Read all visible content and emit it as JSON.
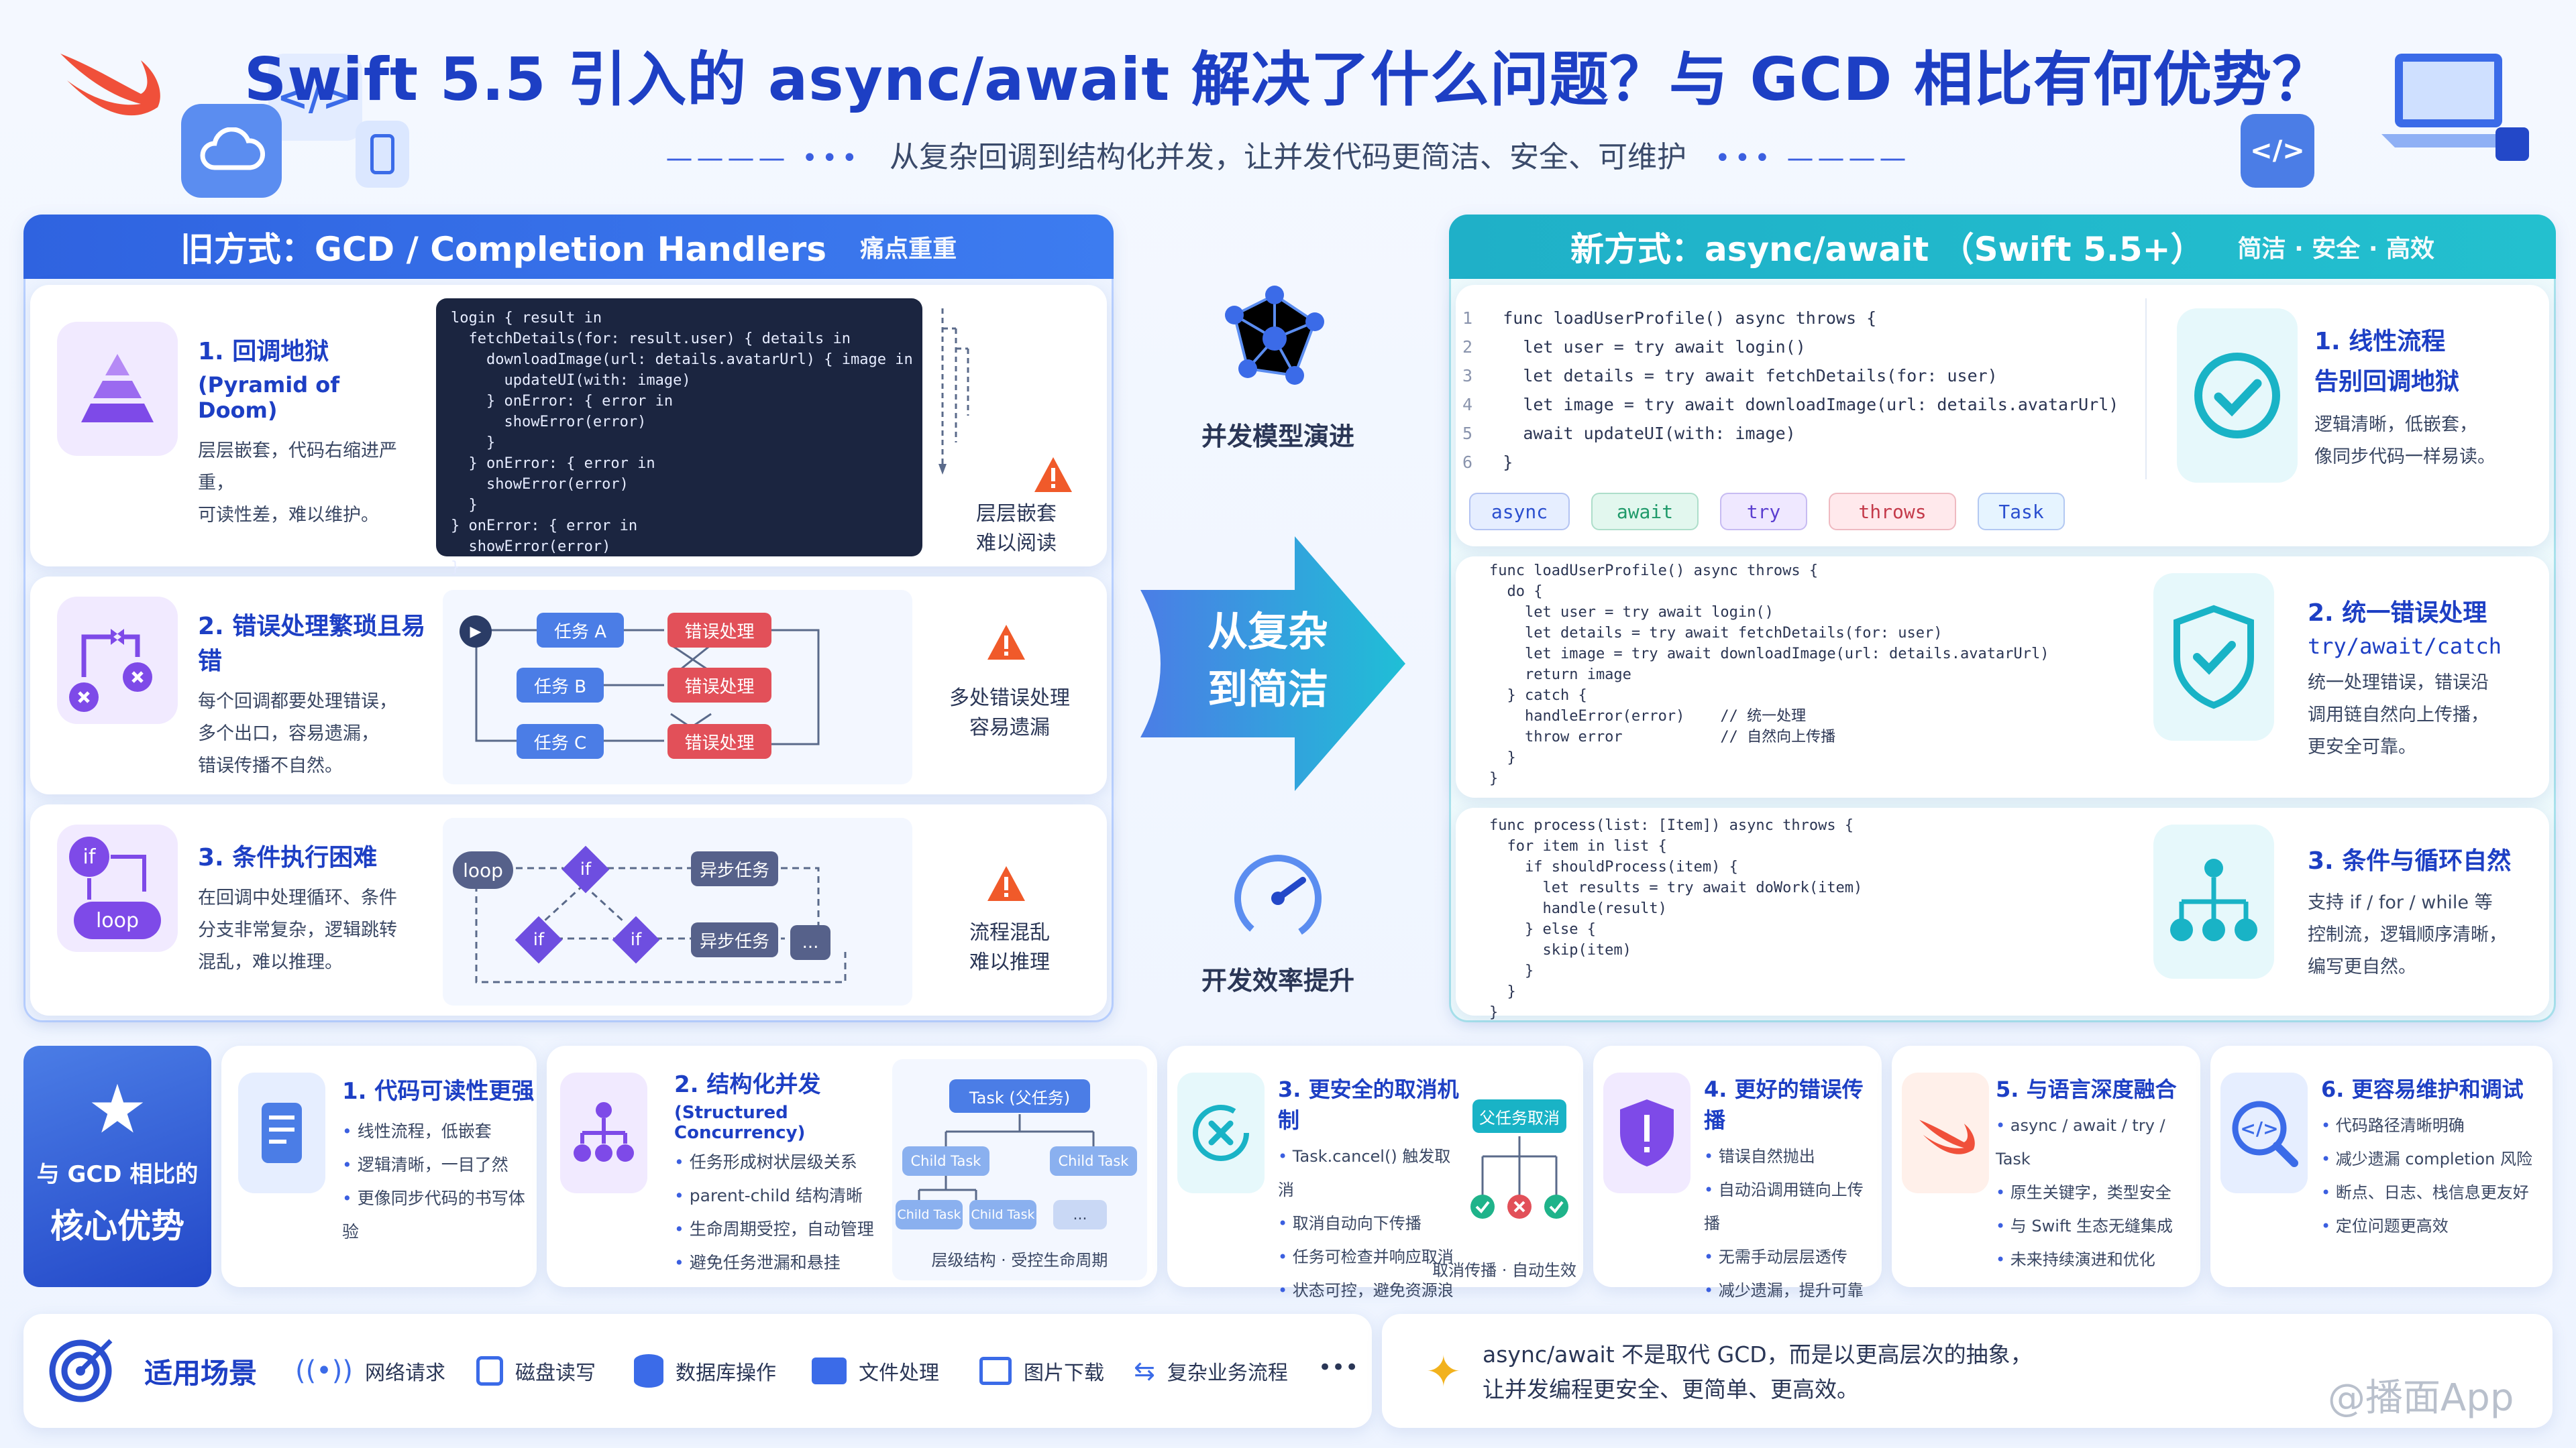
{
  "header": {
    "title": "Swift 5.5 引入的 async/await 解决了什么问题？与 GCD 相比有何优势？",
    "subtitle": "从复杂回调到结构化并发，让并发代码更简洁、安全、可维护",
    "dots": "•••"
  },
  "old": {
    "head": "旧方式：GCD / Completion Handlers",
    "tag": "痛点重重",
    "items": [
      {
        "title": "1. 回调地狱",
        "subtitle": "(Pyramid of Doom)",
        "desc1": "层层嵌套，代码右缩进严重，",
        "desc2": "可读性差，难以维护。",
        "warn1": "层层嵌套",
        "warn2": "难以阅读"
      },
      {
        "title": "2. 错误处理繁琐且易错",
        "desc1": "每个回调都要处理错误，",
        "desc2": "多个出口，容易遗漏，",
        "desc3": "错误传播不自然。",
        "warn1": "多处错误处理",
        "warn2": "容易遗漏"
      },
      {
        "title": "3. 条件执行困难",
        "desc1": "在回调中处理循环、条件",
        "desc2": "分支非常复杂，逻辑跳转",
        "desc3": "混乱，难以推理。",
        "warn1": "流程混乱",
        "warn2": "难以推理"
      }
    ],
    "code1": [
      "login { result in",
      "  fetchDetails(for: result.user) { details in",
      "    downloadImage(url: details.avatarUrl) { image in",
      "      updateUI(with: image)",
      "    } onError: { error in",
      "      showError(error)",
      "    }",
      "  } onError: { error in",
      "    showError(error)",
      "  }",
      "} onError: { error in",
      "  showError(error)"
    ],
    "code1_close": "}",
    "flow2": {
      "start": "▶",
      "taskA": "任务 A",
      "taskB": "任务 B",
      "taskC": "任务 C",
      "err": "错误处理"
    },
    "flow3": {
      "loop": "loop",
      "if": "if",
      "async": "异步任务",
      "more": "..."
    }
  },
  "middle": {
    "top": "并发模型演进",
    "arrow1": "从复杂",
    "arrow2": "到简洁",
    "bottom": "开发效率提升"
  },
  "new": {
    "head": "新方式：async/await （Swift 5.5+）",
    "tag": "简洁 · 安全 · 高效",
    "code1": [
      {
        "n": "1",
        "t": "func loadUserProfile() async throws {"
      },
      {
        "n": "2",
        "t": "  let user = try await login()"
      },
      {
        "n": "3",
        "t": "  let details = try await fetchDetails(for: user)"
      },
      {
        "n": "4",
        "t": "  let image = try await downloadImage(url: details.avatarUrl)"
      },
      {
        "n": "5",
        "t": "  await updateUI(with: image)"
      },
      {
        "n": "6",
        "t": "}"
      }
    ],
    "pills": [
      "async",
      "await",
      "try",
      "throws",
      "Task"
    ],
    "code2": [
      "func loadUserProfile() async throws {",
      "  do {",
      "    let user = try await login()",
      "    let details = try await fetchDetails(for: user)",
      "    let image = try await downloadImage(url: details.avatarUrl)",
      "    return image",
      "  } catch {",
      "    handleError(error)    // 统一处理",
      "    throw error           // 自然向上传播",
      "  }",
      "}"
    ],
    "code3": [
      "func process(list: [Item]) async throws {",
      "  for item in list {",
      "    if shouldProcess(item) {",
      "      let results = try await doWork(item)",
      "      handle(result)",
      "    } else {",
      "      skip(item)",
      "    }",
      "  }",
      "}"
    ],
    "items": [
      {
        "t1": "1. 线性流程",
        "t2": "告别回调地狱",
        "d1": "逻辑清晰，低嵌套，",
        "d2": "像同步代码一样易读。"
      },
      {
        "t1": "2. 统一错误处理",
        "t2": "try/await/catch",
        "d1": "统一处理错误，错误沿",
        "d2": "调用链自然向上传播，",
        "d3": "更安全可靠。"
      },
      {
        "t1": "3. 条件与循环自然",
        "d1": "支持 if / for / while 等",
        "d2": "控制流，逻辑顺序清晰，",
        "d3": "编写更自然。"
      }
    ]
  },
  "advantages": {
    "label1": "与 GCD 相比的",
    "label2": "核心优势",
    "cards": [
      {
        "title": "1. 代码可读性更强",
        "list": [
          "线性流程，低嵌套",
          "逻辑清晰，一目了然",
          "更像同步代码的书写体验"
        ]
      },
      {
        "title": "2. 结构化并发",
        "sub": "(Structured Concurrency)",
        "list": [
          "任务形成树状层级关系",
          "parent-child 结构清晰",
          "生命周期受控，自动管理",
          "避免任务泄漏和悬挂"
        ],
        "tree": {
          "root": "Task (父任务)",
          "child": "Child Task",
          "more": "...",
          "caption": "层级结构 · 受控生命周期"
        }
      },
      {
        "title": "3. 更安全的取消机制",
        "list": [
          "Task.cancel() 触发取消",
          "取消自动向下传播",
          "任务可检查并响应取消",
          "状态可控，避免资源浪费"
        ],
        "badge": "父任务取消",
        "caption": "取消传播 · 自动生效"
      },
      {
        "title": "4. 更好的错误传播",
        "list": [
          "错误自然抛出",
          "自动沿调用链向上传播",
          "无需手动层层透传",
          "减少遗漏，提升可靠性"
        ]
      },
      {
        "title": "5. 与语言深度融合",
        "list": [
          "async / await / try / Task",
          "原生关键字，类型安全",
          "与 Swift 生态无缝集成",
          "未来持续演进和优化"
        ]
      },
      {
        "title": "6. 更容易维护和调试",
        "list": [
          "代码路径清晰明确",
          "减少遗漏 completion 风险",
          "断点、日志、栈信息更友好",
          "定位问题更高效"
        ]
      }
    ]
  },
  "scenes": {
    "label": "适用场景",
    "items": [
      "网络请求",
      "磁盘读写",
      "数据库操作",
      "文件处理",
      "图片下载",
      "复杂业务流程"
    ],
    "more": "•••",
    "note1": "async/await 不是取代 GCD，而是以更高层次的抽象，",
    "note2": "让并发编程更安全、更简单、更高效。"
  },
  "watermark": "@播面App",
  "colors": {
    "primary": "#1d3fc4",
    "teal": "#19b3c6",
    "red": "#e25059",
    "blue": "#4b7de6"
  }
}
